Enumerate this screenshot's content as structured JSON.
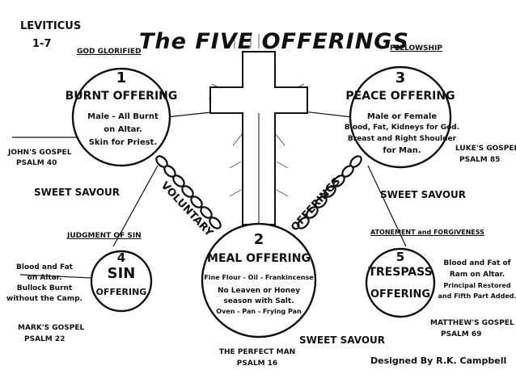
{
  "header": {
    "book": "LEVITICUS",
    "chapters": "1-7",
    "title": "The FIVE OFFERINGS"
  },
  "labels": {
    "voluntary": "VOLUNTARY",
    "offerings": "OFFERINGS",
    "god_glorified": "GOD GLORIFIED",
    "fellowship": "FELLOWSHIP",
    "judgment_of_sin": "JUDGMENT OF SIN",
    "atonement": "ATONEMENT and FORGIVENESS"
  },
  "offerings": [
    {
      "number": "1",
      "name": "BURNT OFFERING",
      "desc": [
        "Male - All Burnt",
        "on Altar.",
        "Skin for Priest."
      ]
    },
    {
      "number": "2",
      "name": "MEAL OFFERING",
      "desc": [
        "Fine Flour - Oil - Frankincense",
        "No Leaven or Honey",
        "season with Salt.",
        "Oven - Pan - Frying Pan"
      ]
    },
    {
      "number": "3",
      "name": "PEACE OFFERING",
      "desc": [
        "Male or Female",
        "Blood, Fat, Kidneys for God.",
        "Breast and Right Shoulder",
        "for Man."
      ]
    },
    {
      "number": "4",
      "name_top": "SIN",
      "name_bottom": "OFFERING"
    },
    {
      "number": "5",
      "name_top": "TRESPASS",
      "name_bottom": "OFFERING"
    }
  ],
  "side_notes": {
    "left_top": [
      "JOHN'S GOSPEL",
      "PSALM 40"
    ],
    "right_top": [
      "LUKE'S GOSPEL",
      "PSALM 85"
    ],
    "left_bottom": [
      "MARK'S GOSPEL",
      "PSALM 22"
    ],
    "right_bottom": [
      "MATTHEW'S GOSPEL",
      "PSALM 69"
    ],
    "center_bottom": [
      "THE PERFECT MAN",
      "PSALM 16"
    ],
    "sin_desc": [
      "Blood and Fat",
      "on Altar.",
      "Bullock Burnt",
      "without the Camp."
    ],
    "trespass_desc": [
      "Blood and Fat of",
      "Ram on Altar.",
      "Principal Restored",
      "and Fifth Part Added."
    ]
  },
  "savour": {
    "left": "SWEET SAVOUR",
    "right": "SWEET SAVOUR",
    "bottom": "SWEET SAVOUR"
  },
  "credit": "Designed By R.K. Campbell"
}
